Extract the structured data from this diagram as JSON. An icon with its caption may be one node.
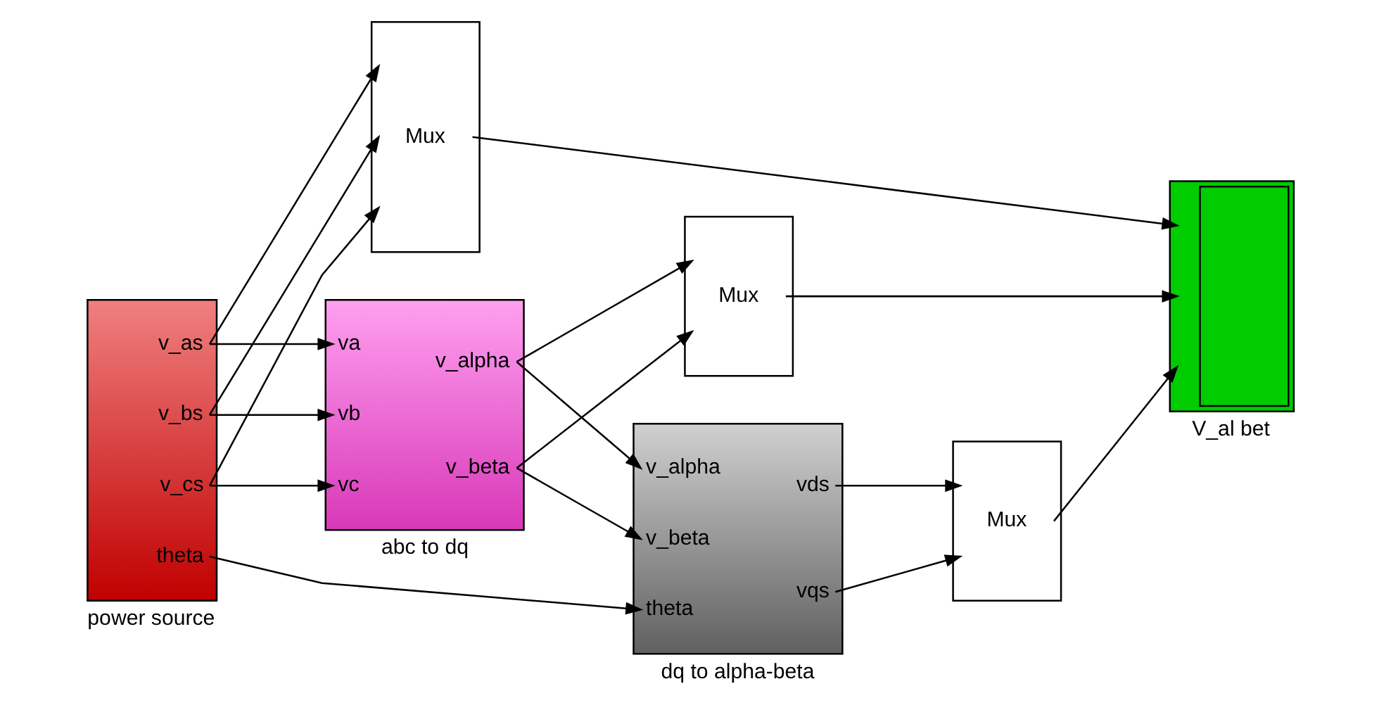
{
  "diagram": {
    "nodes": [
      {
        "text": [
          "v_as",
          "v_bs",
          "v_cs",
          "theta"
        ],
        "beside": [
          "power source"
        ]
      },
      {
        "text": [
          "va",
          "vb",
          "vc",
          "v_alpha",
          "v_beta"
        ],
        "beside": [
          "abc to dq"
        ]
      },
      {
        "text": [
          "Mux"
        ]
      },
      {
        "text": [
          "v_alpha",
          "v_beta",
          "theta",
          "vds",
          "vqs"
        ],
        "beside": [
          "dq to alpha-beta"
        ]
      },
      {
        "text": [
          "Mux"
        ]
      },
      {
        "text": [],
        "shape": "box",
        "beside": [
          "V_al bet"
        ]
      },
      {
        "text": [
          "Mux"
        ]
      }
    ],
    "edges": [
      {
        "from": 0,
        "to": 1,
        "arrow": "to"
      },
      {
        "from": 0,
        "to": 6,
        "arrow": "to"
      },
      {
        "from": 0,
        "to": 1,
        "arrow": "to"
      },
      {
        "from": 0,
        "to": 6,
        "arrow": "to"
      },
      {
        "from": 0,
        "to": 1,
        "arrow": "to"
      },
      {
        "from": 0,
        "to": 6,
        "arrow": "to"
      },
      {
        "from": 0,
        "to": 3,
        "arrow": "to"
      },
      {
        "from": 1,
        "to": 3,
        "arrow": "to"
      },
      {
        "from": 1,
        "to": 2,
        "arrow": "to"
      },
      {
        "from": 1,
        "to": 3,
        "arrow": "to"
      },
      {
        "from": 1,
        "to": 2,
        "arrow": "to"
      },
      {
        "from": 3,
        "to": 4,
        "arrow": "to"
      },
      {
        "from": 3,
        "to": 4,
        "arrow": "to"
      },
      {
        "from": 6,
        "to": 5,
        "arrow": "to"
      },
      {
        "from": 2,
        "to": 5,
        "arrow": "to"
      },
      {
        "from": 4,
        "to": 5,
        "arrow": "to"
      }
    ]
  }
}
